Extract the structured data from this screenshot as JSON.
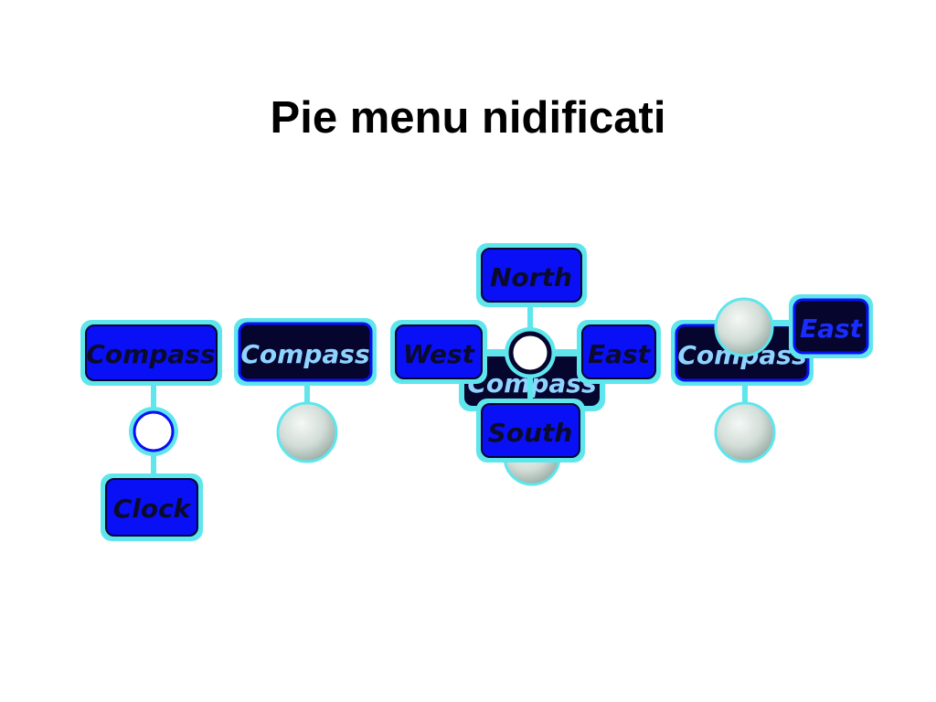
{
  "title": "Pie menu nidificati",
  "colors": {
    "menu_blue": "#0a10f5",
    "menu_dark": "#05052e",
    "outline_cyan": "#5fe6ec",
    "ball": "#d8e0dc"
  },
  "menus": {
    "stage1": {
      "menu": "Compass",
      "item": "Clock"
    },
    "stage2": {
      "menu": "Compass"
    },
    "stage3": {
      "menu": "Compass",
      "north": "North",
      "west": "West",
      "east": "East",
      "south": "South"
    },
    "stage4": {
      "menu": "Compass",
      "east": "East"
    }
  }
}
